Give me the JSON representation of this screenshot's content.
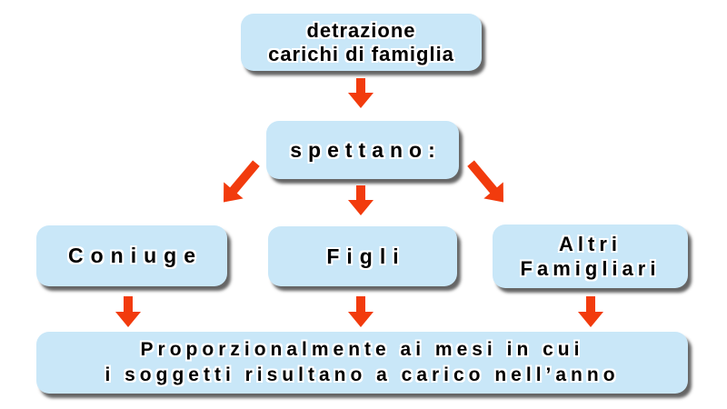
{
  "diagram": {
    "background": "#ffffff",
    "colors": {
      "box_fill": "#c9e7f8",
      "arrow": "#f23b0d",
      "text": "#000000",
      "text_outline": "#ffffff",
      "shadow": "#4a4a4a"
    },
    "title_box": {
      "lines": [
        "detrazione",
        "carichi di famiglia"
      ]
    },
    "spettano_box": {
      "label": "spettano:"
    },
    "branch_boxes": [
      {
        "label": "Coniuge"
      },
      {
        "label": "Figli"
      },
      {
        "lines": [
          "Altri",
          "Famigliari"
        ]
      }
    ],
    "result_box": {
      "lines": [
        "Proporzionalmente ai mesi in cui",
        "i soggetti risultano a carico nell’anno"
      ]
    }
  }
}
